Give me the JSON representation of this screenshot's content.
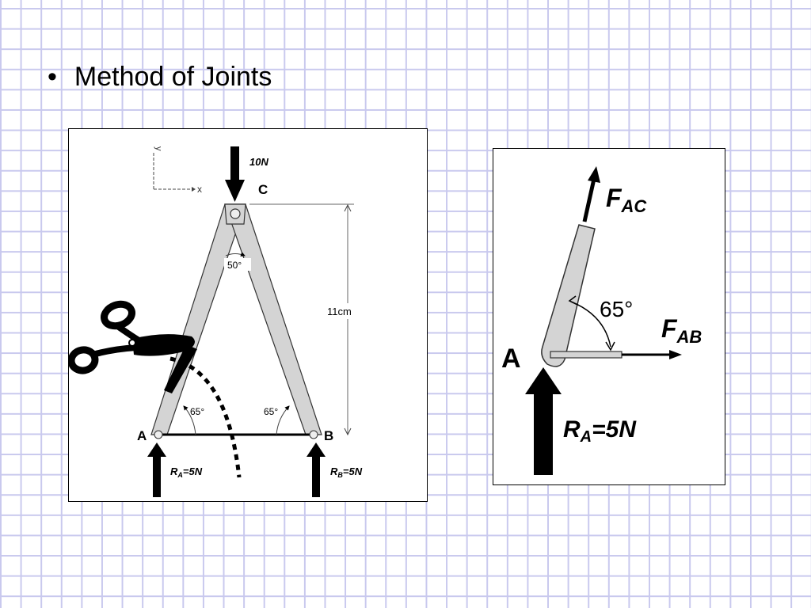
{
  "slide": {
    "bullet_text": "Method of Joints"
  },
  "truss_diagram": {
    "axis_x": "x",
    "axis_y": "y",
    "load_label": "10N",
    "node_c": "C",
    "node_a": "A",
    "node_b": "B",
    "apex_angle": "50°",
    "left_angle": "65°",
    "right_angle": "65°",
    "height_label": "11cm",
    "reaction_a_sym": "R",
    "reaction_a_sub": "A",
    "reaction_a_val": "=5N",
    "reaction_b_sym": "R",
    "reaction_b_sub": "B",
    "reaction_b_val": "=5N"
  },
  "joint_diagram": {
    "fac_sym": "F",
    "fac_sub": "AC",
    "fab_sym": "F",
    "fab_sub": "AB",
    "angle": "65°",
    "node": "A",
    "reaction_sym": "R",
    "reaction_sub": "A",
    "reaction_val": "=5N"
  },
  "colors": {
    "member_fill": "#d4d4d4",
    "grid_line": "#c9c9ee",
    "ink": "#000000"
  }
}
